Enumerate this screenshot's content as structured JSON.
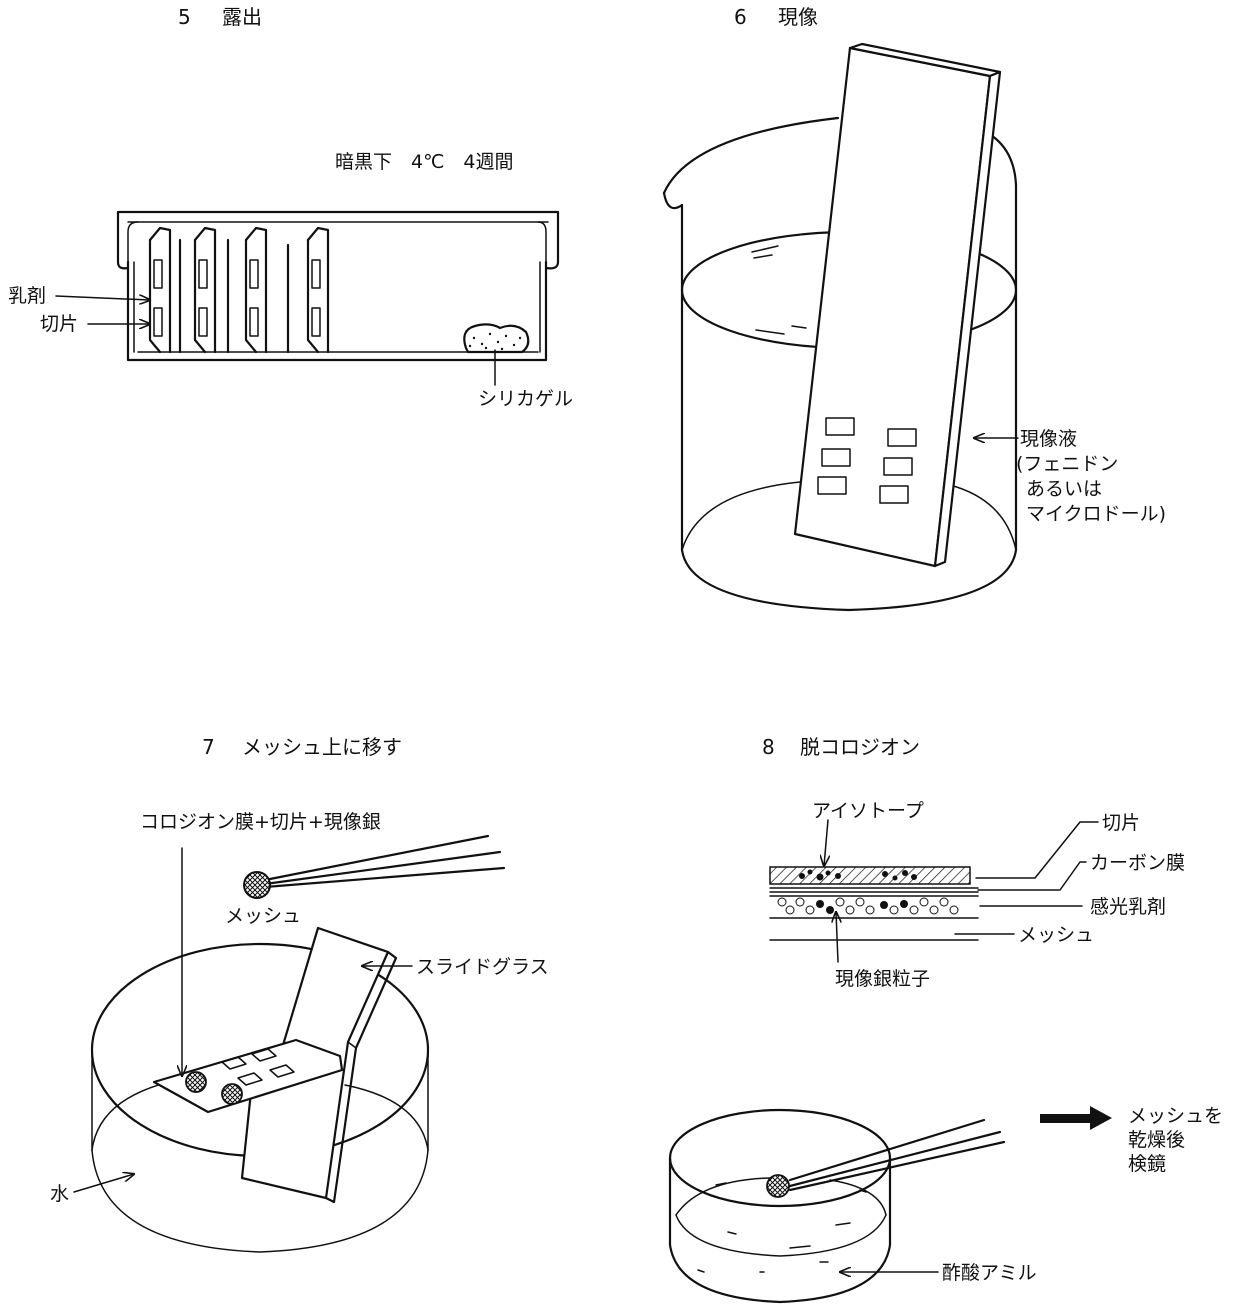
{
  "panels": {
    "p5": {
      "number": "5",
      "title": "露出",
      "condition": "暗黒下　4℃　4週間",
      "labels": {
        "emulsion": "乳剤",
        "section": "切片",
        "silica": "シリカゲル"
      }
    },
    "p6": {
      "number": "6",
      "title": "現像",
      "labels": {
        "dev1": "現像液",
        "dev2": "(フェニドン",
        "dev3": "あるいは",
        "dev4": "マイクロドール)"
      }
    },
    "p7": {
      "number": "7",
      "title": "メッシュ上に移す",
      "labels": {
        "film": "コロジオン膜+切片+現像銀",
        "mesh": "メッシュ",
        "slide": "スライドグラス",
        "water": "水"
      }
    },
    "p8": {
      "number": "8",
      "title": "脱コロジオン",
      "labels": {
        "isotope": "アイソトープ",
        "section": "切片",
        "carbon": "カーボン膜",
        "emulsion": "感光乳剤",
        "mesh": "メッシュ",
        "grains": "現像銀粒子",
        "after1": "メッシュを",
        "after2": "乾燥後",
        "after3": "検鏡",
        "amyl": "酢酸アミル"
      }
    }
  }
}
